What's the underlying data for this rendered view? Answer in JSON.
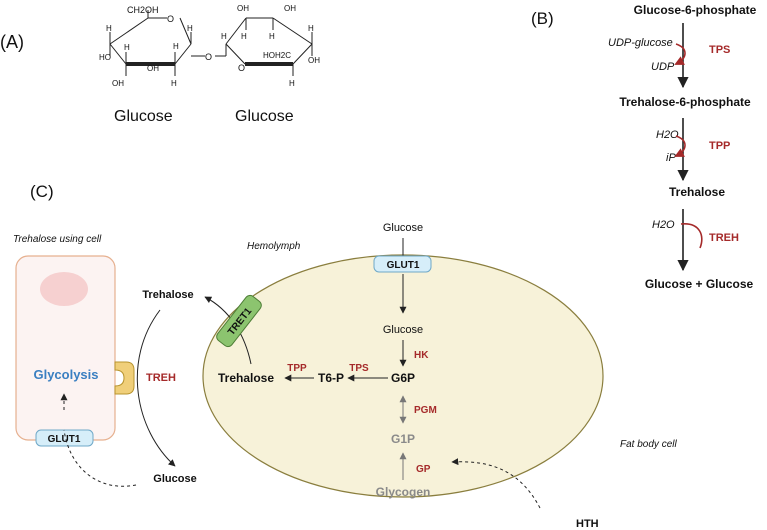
{
  "panel_a": {
    "label": "(A)",
    "sugar_left": "Glucose",
    "sugar_right": "Glucose",
    "atoms": {
      "ch2oh": "CH2OH",
      "hoh2c": "HOH2C",
      "o": "O",
      "oh": "OH",
      "h": "H",
      "ho": "HO"
    }
  },
  "panel_b": {
    "label": "(B)",
    "glucose_6_phosphate": "Glucose-6-phosphate",
    "udp_glucose": "UDP-glucose",
    "udp": "UDP",
    "tps": "TPS",
    "trehalose_6_phosphate": "Trehalose-6-phosphate",
    "h2o_1": "H2O",
    "ip": "iP",
    "tpp": "TPP",
    "trehalose": "Trehalose",
    "h2o_2": "H2O",
    "treh": "TREH",
    "product": "Glucose + Glucose"
  },
  "panel_c": {
    "label": "(C)",
    "trehalose_using_cell": "Trehalose using cell",
    "hemolymph": "Hemolymph",
    "fat_body_cell": "Fat body cell",
    "glycolysis": "Glycolysis",
    "treh": "TREH",
    "glut1_left": "GLUT1",
    "glut1_top": "GLUT1",
    "tret1": "TRET1",
    "glucose_top": "Glucose",
    "glucose_inside": "Glucose",
    "hk": "HK",
    "g6p": "G6P",
    "tps": "TPS",
    "t6p": "T6-P",
    "tpp": "TPP",
    "trehalose_inside": "Trehalose",
    "trehalose_outside": "Trehalose",
    "pgm": "PGM",
    "g1p": "G1P",
    "gp": "GP",
    "glycogen": "Glycogen",
    "glucose_bottom": "Glucose",
    "hth": "HTH"
  },
  "colors": {
    "enzyme_red": "#a52a2a",
    "glycolysis_blue": "#3a7fc1",
    "fat_cell_fill": "#f7f2d9",
    "fat_cell_stroke": "#8a7e3e",
    "using_cell_fill": "#fcf3f2",
    "using_cell_stroke": "#e6b08f",
    "transporter_blue": "#d6eef9",
    "tret1_green": "#8cc46f",
    "treh_gold": "#f0cf7a"
  }
}
